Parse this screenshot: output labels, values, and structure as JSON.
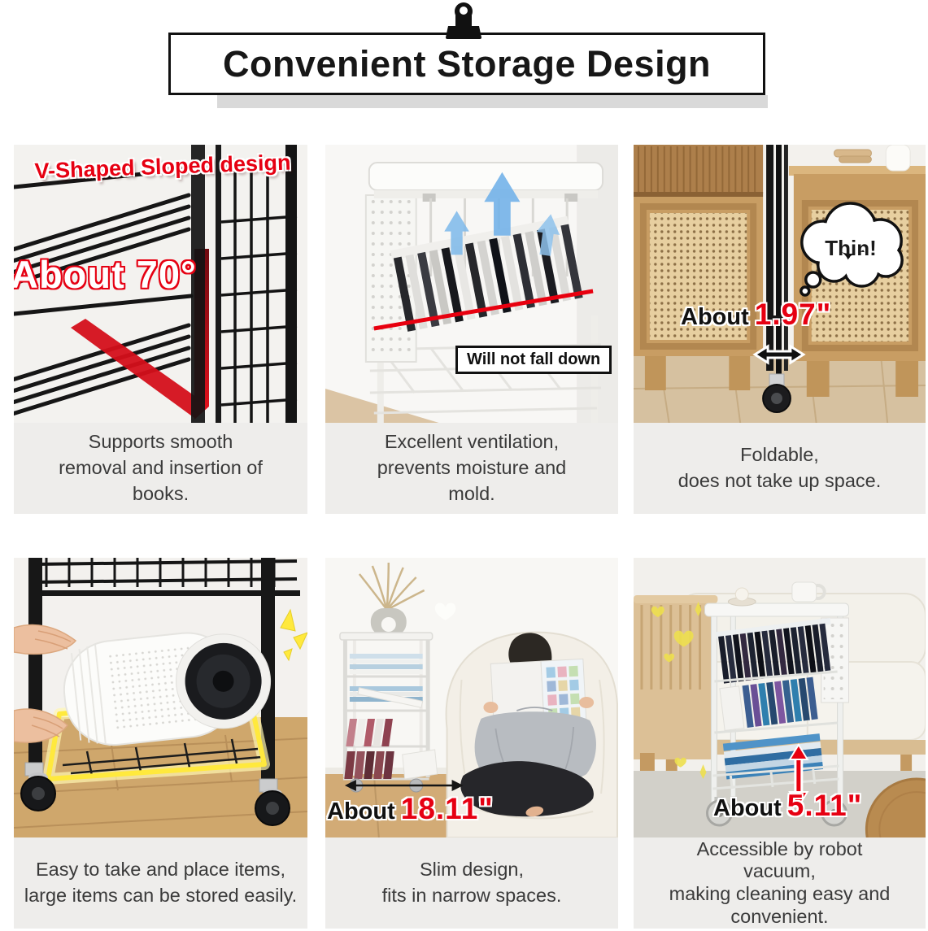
{
  "colors": {
    "accent_red": "#e60012",
    "highlight_yellow": "#ffe93d",
    "arrow_blue": "#7cb9ea",
    "caption_bg": "#eeedeb",
    "caption_text": "#3a3a3a"
  },
  "header": {
    "title": "Convenient Storage Design",
    "clip_icon": "binder-clip-icon"
  },
  "panels": {
    "p1": {
      "badge": "V-Shaped Sloped design",
      "measure": "About 70°",
      "caption": "Supports smooth\nremoval and insertion of\nbooks."
    },
    "p2": {
      "note": "Will not fall down",
      "caption": "Excellent ventilation,\nprevents moisture and\nmold."
    },
    "p3": {
      "bubble": "Thin!",
      "measure_prefix": "About",
      "measure_value": "1.97\"",
      "caption": "Foldable,\ndoes not take up space."
    },
    "p4": {
      "caption": "Easy to take and place items,\nlarge items can be stored easily."
    },
    "p5": {
      "measure_prefix": "About",
      "measure_value": "18.11\"",
      "caption": "Slim design,\nfits in narrow spaces."
    },
    "p6": {
      "measure_prefix": "About",
      "measure_value": "5.11\"",
      "caption": "Accessible by robot\nvacuum,\nmaking cleaning easy and\nconvenient."
    }
  }
}
